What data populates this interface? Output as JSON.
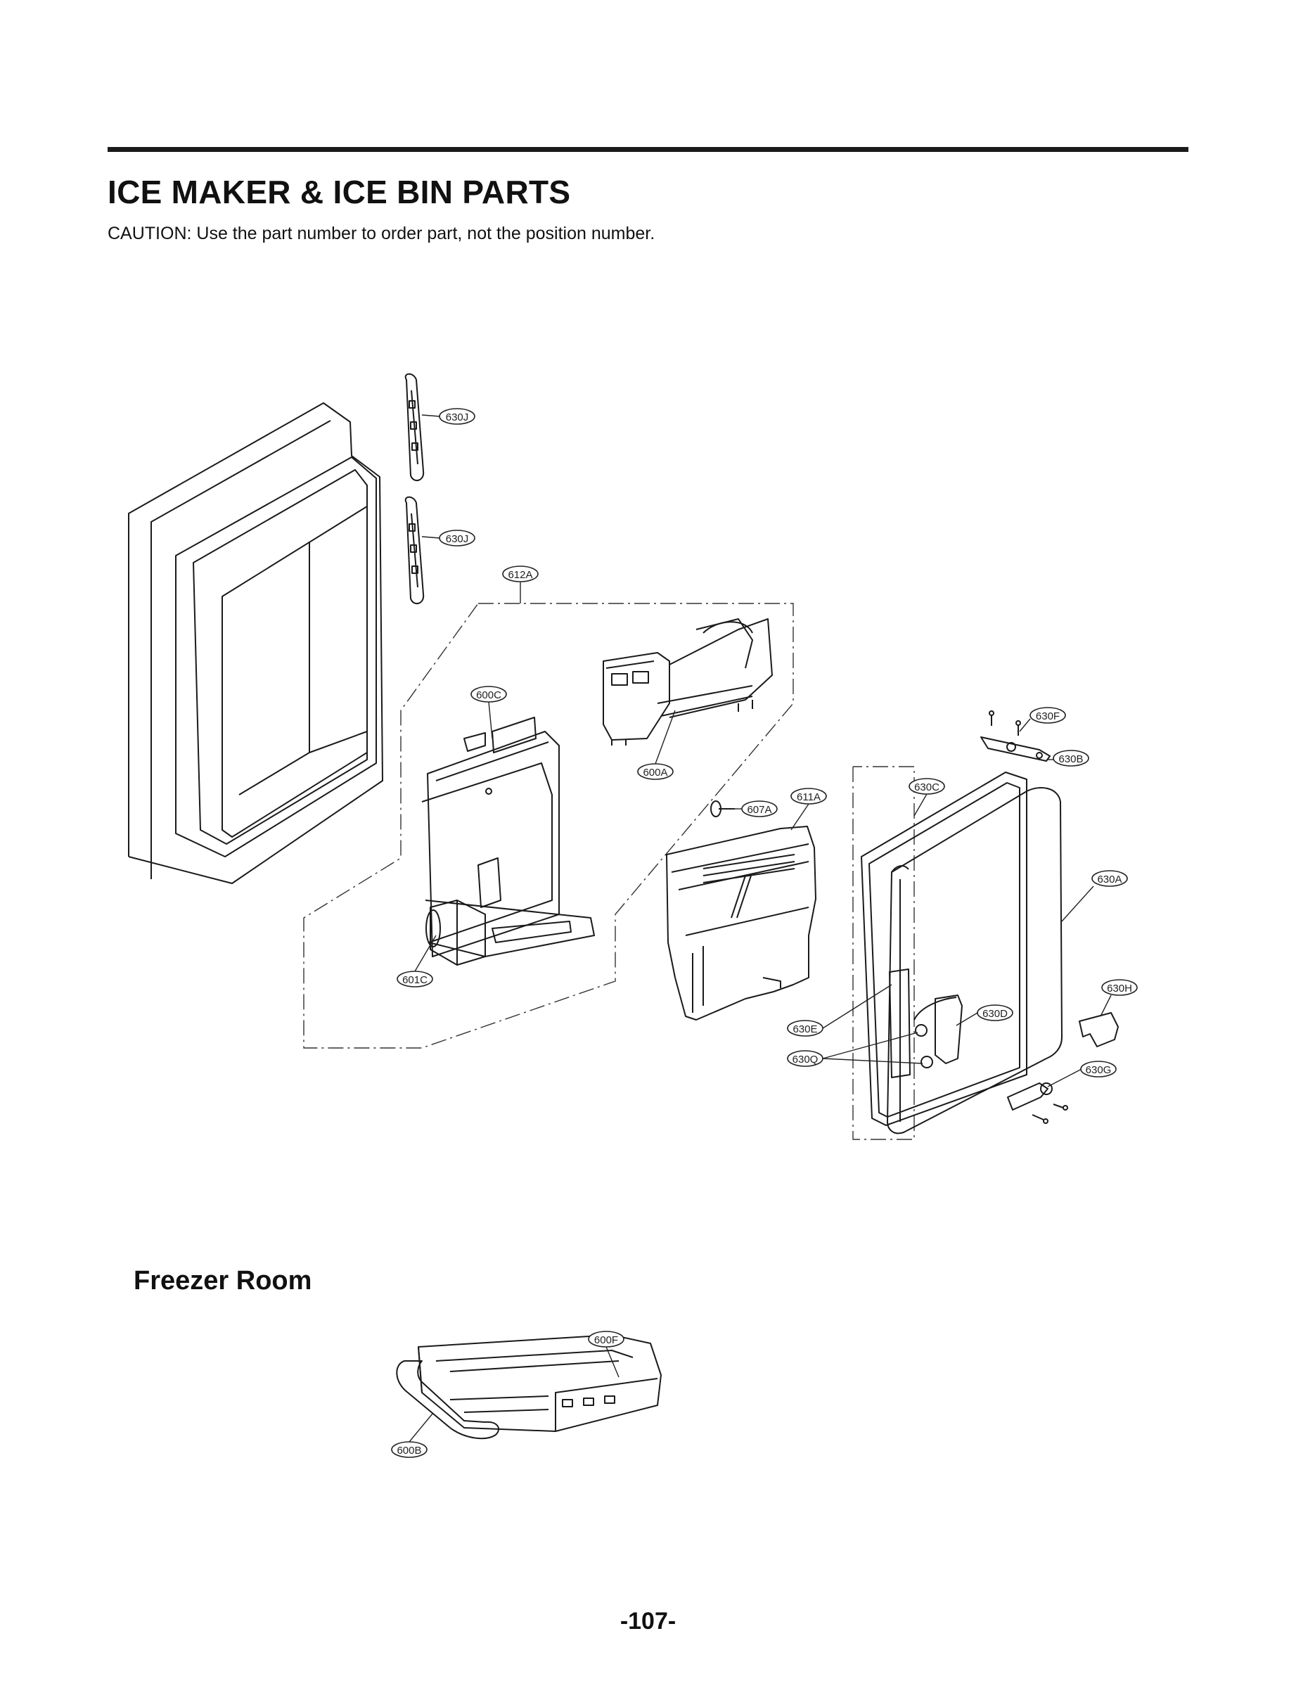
{
  "header": {
    "title": "ICE MAKER & ICE BIN PARTS",
    "caution": "CAUTION: Use the part number to order part, not the position number."
  },
  "section": {
    "freezer_heading": "Freezer Room"
  },
  "callouts": {
    "p630J_top": "630J",
    "p630J_bottom": "630J",
    "p612A": "612A",
    "p600C": "600C",
    "p600A": "600A",
    "p607A": "607A",
    "p611A": "611A",
    "p601C": "601C",
    "p630F": "630F",
    "p630B": "630B",
    "p630C": "630C",
    "p630A": "630A",
    "p630H": "630H",
    "p630D": "630D",
    "p630E": "630E",
    "p630Q": "630Q",
    "p630G": "630G",
    "p600F": "600F",
    "p600B": "600B"
  },
  "footer": {
    "page_number": "-107-"
  }
}
